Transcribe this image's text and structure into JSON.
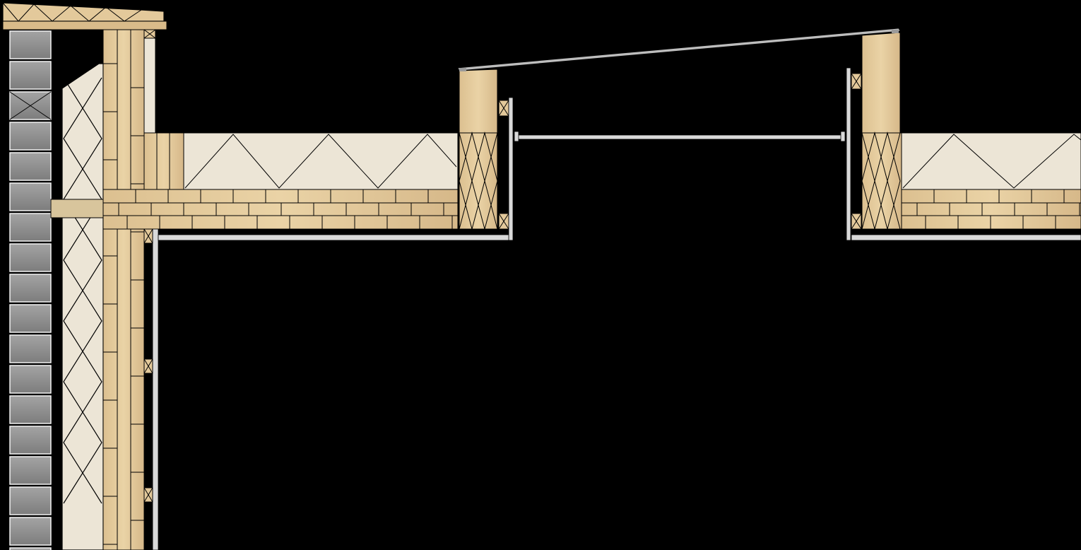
{
  "drawing": {
    "type": "architectural-section-detail",
    "subject": "flat-roof-with-rooflight-upstand-and-masonry-wall",
    "text_labels": []
  },
  "materials": {
    "background": "#000000",
    "timber": "#e3c99b",
    "timber_dark": "#c9a878",
    "insulation": "#ece5d6",
    "brick": "#8f8f8f",
    "brick_mortar": "#f2f2f2",
    "plasterboard": "#d9d9d9",
    "line": "#000000",
    "glazing": "#bdbdbd"
  },
  "components": [
    {
      "name": "brick-outer-leaf",
      "material": "brick"
    },
    {
      "name": "cavity-insulation",
      "material": "insulation"
    },
    {
      "name": "timber-frame-wall",
      "material": "timber"
    },
    {
      "name": "parapet-coping",
      "material": "timber"
    },
    {
      "name": "roof-insulation",
      "material": "insulation"
    },
    {
      "name": "clt-roof-deck",
      "material": "timber"
    },
    {
      "name": "internal-lining",
      "material": "plasterboard"
    },
    {
      "name": "rooflight-upstand-left",
      "material": "timber"
    },
    {
      "name": "rooflight-upstand-right",
      "material": "timber"
    },
    {
      "name": "rooflight-glazing",
      "material": "glazing"
    }
  ]
}
